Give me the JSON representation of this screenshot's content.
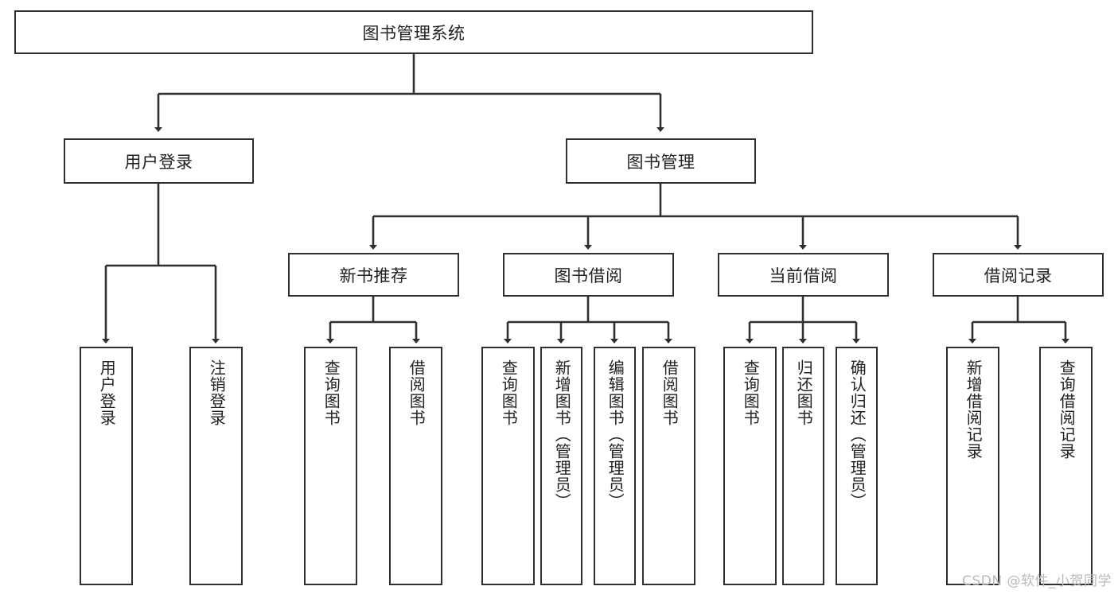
{
  "diagram": {
    "title": "图书管理系统",
    "type": "tree-hierarchy",
    "root": {
      "label": "图书管理系统"
    },
    "level2": [
      {
        "label": "用户登录"
      },
      {
        "label": "图书管理"
      }
    ],
    "level3": [
      {
        "label": "新书推荐"
      },
      {
        "label": "图书借阅"
      },
      {
        "label": "当前借阅"
      },
      {
        "label": "借阅记录"
      }
    ],
    "leaves": {
      "user_login": [
        {
          "label": "用户登录"
        },
        {
          "label": "注销登录"
        }
      ],
      "new_book_recommend": [
        {
          "label": "查询图书"
        },
        {
          "label": "借阅图书"
        }
      ],
      "book_borrow": [
        {
          "label": "查询图书"
        },
        {
          "label": "新增图书（管理员）"
        },
        {
          "label": "编辑图书（管理员）"
        },
        {
          "label": "借阅图书"
        }
      ],
      "current_borrow": [
        {
          "label": "查询图书"
        },
        {
          "label": "归还图书"
        },
        {
          "label": "确认归还（管理员）"
        }
      ],
      "borrow_record": [
        {
          "label": "新增借阅记录"
        },
        {
          "label": "查询借阅记录"
        }
      ]
    }
  },
  "watermark": {
    "text": "CSDN @软件_小贺同学"
  },
  "colors": {
    "stroke": "#2f2f2f",
    "background": "#ffffff",
    "text": "#222222",
    "watermark": "#b9b9b9"
  }
}
